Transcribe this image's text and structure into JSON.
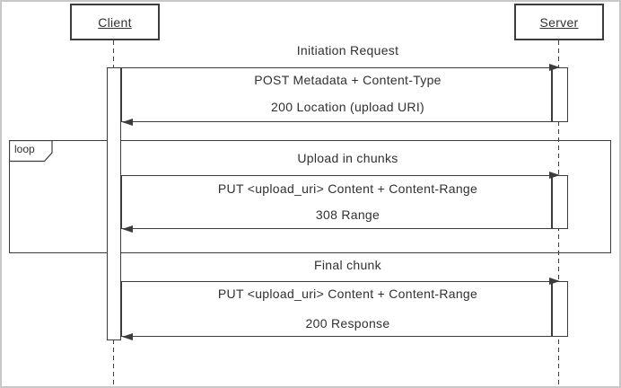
{
  "diagram": {
    "actors": [
      {
        "label": "Client"
      },
      {
        "label": "Server"
      }
    ],
    "fragment": {
      "label": "loop"
    },
    "sections": [
      {
        "title": "Initiation Request",
        "request": "POST Metadata + Content-Type",
        "response": "200 Location (upload URI)"
      },
      {
        "title": "Upload in chunks",
        "request": "PUT <upload_uri> Content + Content-Range",
        "response": "308 Range"
      },
      {
        "title": "Final chunk",
        "request": "PUT <upload_uri> Content + Content-Range",
        "response": "200 Response"
      }
    ]
  },
  "colors": {
    "line": "#3c3c3c",
    "text": "#303030",
    "background": "#ffffff",
    "frame_border": "#c8c8c8"
  }
}
